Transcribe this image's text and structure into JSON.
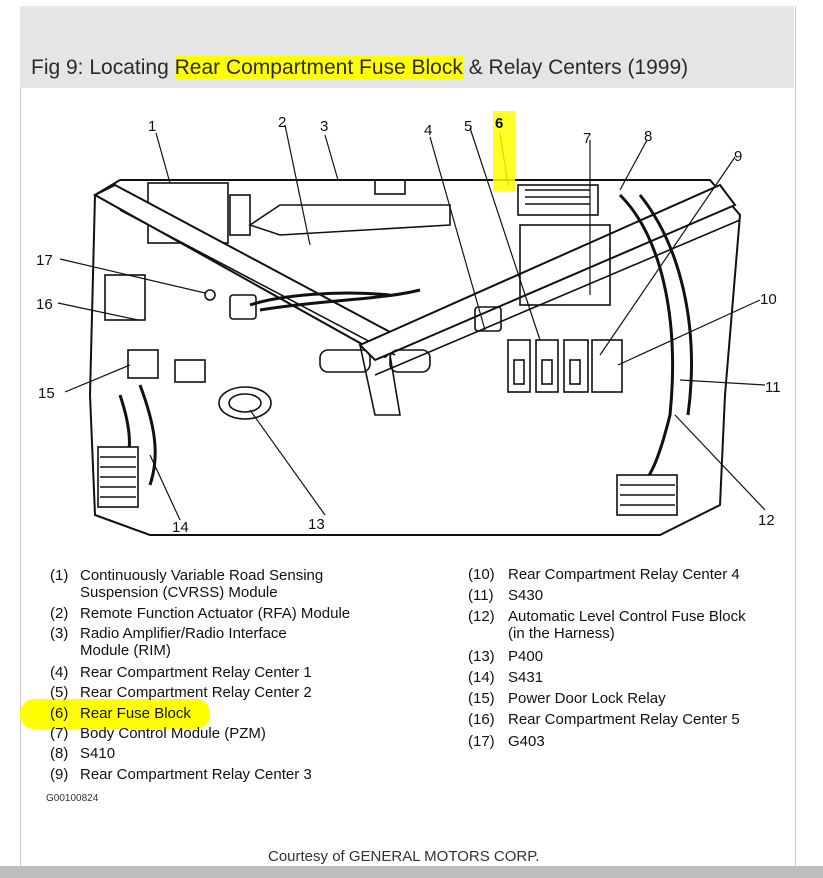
{
  "figure": {
    "title_prefix": "Fig 9: Locating ",
    "title_highlight": "Rear Compartment Fuse Block",
    "title_suffix": " & Relay Centers (1999)",
    "highlight_color": "#ffff00"
  },
  "callouts": [
    "1",
    "2",
    "3",
    "4",
    "5",
    "6",
    "7",
    "8",
    "9",
    "10",
    "11",
    "12",
    "13",
    "14",
    "15",
    "16",
    "17"
  ],
  "legend_left": [
    {
      "num": "(1)",
      "text": "Continuously Variable Road Sensing",
      "text2": "Suspension (CVRSS) Module"
    },
    {
      "num": "(2)",
      "text": "Remote Function Actuator (RFA) Module"
    },
    {
      "num": "(3)",
      "text": "Radio Amplifier/Radio Interface",
      "text2": "Module (RIM)"
    },
    {
      "num": "(4)",
      "text": "Rear Compartment Relay Center 1"
    },
    {
      "num": "(5)",
      "text": "Rear Compartment Relay Center 2"
    },
    {
      "num": "(6)",
      "text": "Rear Fuse Block"
    },
    {
      "num": "(7)",
      "text": "Body Control Module (PZM)"
    },
    {
      "num": "(8)",
      "text": "S410"
    },
    {
      "num": "(9)",
      "text": "Rear Compartment Relay Center 3"
    }
  ],
  "legend_right": [
    {
      "num": "(10)",
      "text": "Rear Compartment Relay Center 4"
    },
    {
      "num": "(11)",
      "text": "S430"
    },
    {
      "num": "(12)",
      "text": "Automatic Level Control Fuse Block",
      "text2": "(in the Harness)"
    },
    {
      "num": "(13)",
      "text": "P400"
    },
    {
      "num": "(14)",
      "text": "S431"
    },
    {
      "num": "(15)",
      "text": "Power Door Lock Relay"
    },
    {
      "num": "(16)",
      "text": "Rear Compartment Relay Center 5"
    },
    {
      "num": "(17)",
      "text": "G403"
    }
  ],
  "figure_code": "G00100824",
  "credit": "Courtesy of GENERAL MOTORS CORP."
}
